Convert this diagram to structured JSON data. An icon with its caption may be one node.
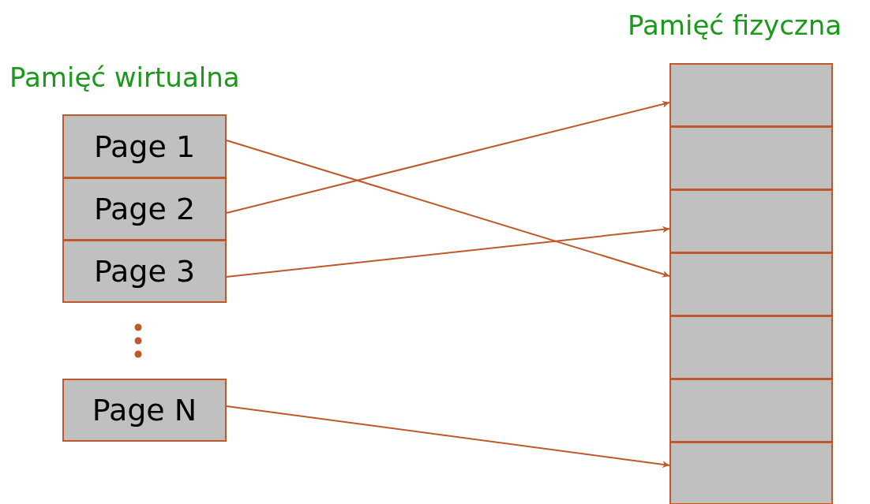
{
  "diagram": {
    "nodes": [
      {
        "text": [
          "Page 1"
        ]
      },
      {
        "text": [
          "Page 2"
        ]
      },
      {
        "text": [
          "Page 3"
        ]
      },
      {
        "text": [
          "Page N"
        ]
      },
      {
        "text": [],
        "shape": "box"
      },
      {
        "text": [],
        "shape": "box"
      },
      {
        "text": [],
        "shape": "box"
      },
      {
        "text": [],
        "shape": "box"
      },
      {
        "text": [],
        "shape": "box"
      },
      {
        "text": [],
        "shape": "box"
      },
      {
        "text": [],
        "shape": "box"
      }
    ],
    "edges": [
      {
        "from": 0,
        "to": 7,
        "arrow": "to"
      },
      {
        "from": 1,
        "to": 4,
        "arrow": "to"
      },
      {
        "from": 2,
        "to": 6,
        "arrow": "to"
      },
      {
        "from": 3,
        "to": 10,
        "arrow": "to"
      }
    ],
    "labels": [
      "Pamięć fizyczna",
      "Pamięć wirtualna"
    ]
  }
}
